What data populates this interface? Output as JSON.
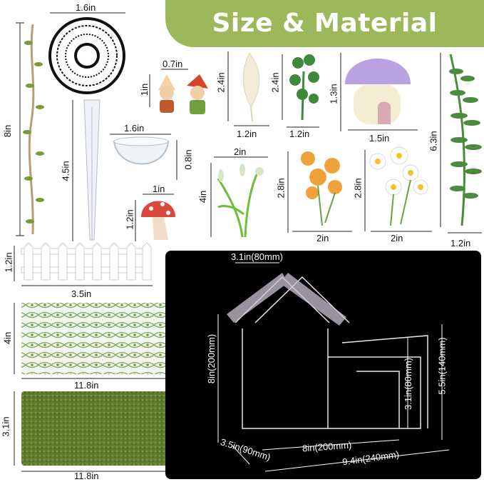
{
  "banner": {
    "title": "Size & Material"
  },
  "items": {
    "vine": {
      "height": "8in"
    },
    "net_ball": {
      "width": "1.6in"
    },
    "gnomes": {
      "width": "0.7in",
      "height": "1in"
    },
    "leaf_white": {
      "height": "2.4in",
      "width": "1.2in"
    },
    "clover": {
      "height": "2.4in",
      "width": "1.2in"
    },
    "mushroom_house": {
      "height": "1.3in",
      "width": "1.5in"
    },
    "fern": {
      "height": "6.3in",
      "width": "1.2in"
    },
    "tweezers": {
      "height": "4.5in"
    },
    "glass_bowl": {
      "width": "1.6in",
      "height": "0.8in"
    },
    "lavender": {
      "width": "2in",
      "height": "4in"
    },
    "orange_flowers": {
      "height": "2.8in",
      "width": "2in"
    },
    "daisies": {
      "height": "2.8in",
      "width": "2in"
    },
    "mushroom": {
      "width": "1in",
      "height": "1.2in"
    },
    "fence": {
      "height": "1.2in",
      "width": "3.5in"
    },
    "moss_net": {
      "height": "4in",
      "width": "11.8in"
    },
    "grass_mat": {
      "height": "3.1in",
      "width": "11.8in"
    }
  },
  "acrylic_house": {
    "roof_width": "3.1in(80mm)",
    "height": "8in(200mm)",
    "step_height": "3.1in(80mm)",
    "wall_height": "5.5in(140mm)",
    "depth": "3.5in(90mm)",
    "inner_length": "8in(200mm)",
    "total_length": "9.4in(240mm)"
  }
}
